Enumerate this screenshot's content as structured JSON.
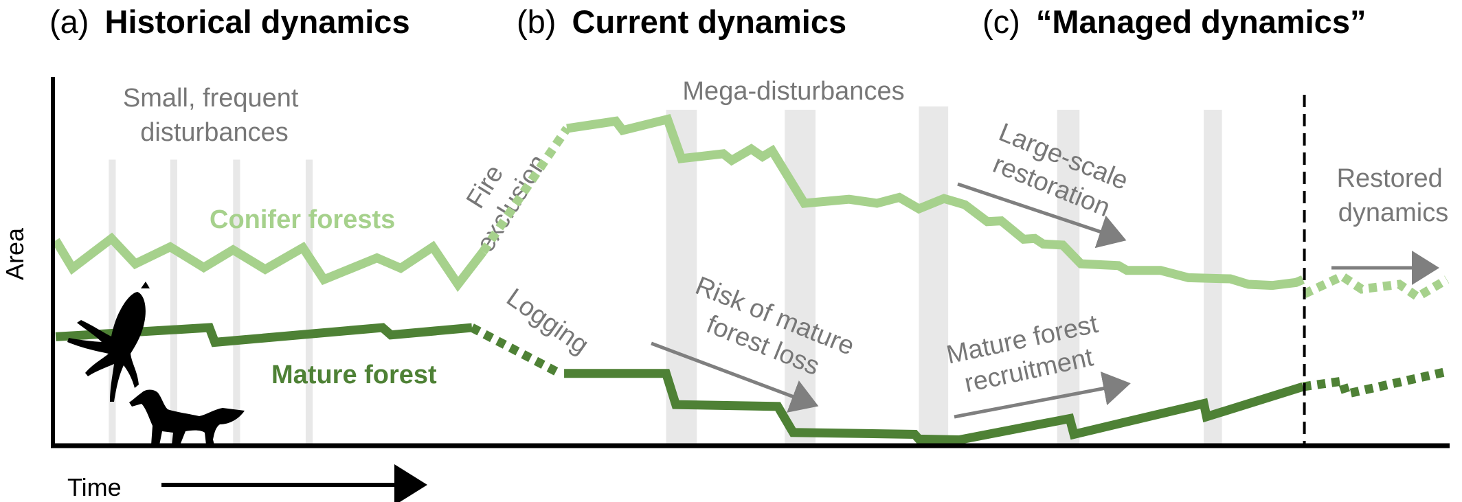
{
  "panels": [
    {
      "letter": "(a)",
      "title": "Historical dynamics"
    },
    {
      "letter": "(b)",
      "title": "Current dynamics"
    },
    {
      "letter": "(c)",
      "title": "“Managed dynamics”"
    }
  ],
  "annotations": {
    "small_disturbances": [
      "Small, frequent",
      "disturbances"
    ],
    "mega_disturbances": "Mega-disturbances",
    "fire_exclusion": [
      "Fire",
      "exclusion"
    ],
    "logging": "Logging",
    "risk_loss": [
      "Risk of mature",
      "forest loss"
    ],
    "restoration": [
      "Large-scale",
      "restoration"
    ],
    "recruitment": [
      "Mature forest",
      "recruitment"
    ],
    "restored_dynamics": [
      "Restored",
      "dynamics"
    ]
  },
  "icons": [
    "owl-silhouette-icon",
    "marten-silhouette-icon"
  ],
  "colors": {
    "conifer": "#a6d18c",
    "mature": "#4e8135",
    "annotation": "#777777",
    "arrow": "#7f7f7f",
    "disturbance_band": "#e8e8e8",
    "axis": "#000000"
  },
  "chart_data": {
    "type": "line",
    "title": "",
    "xlabel": "Time",
    "ylabel": "Area",
    "xlim": [
      0,
      100
    ],
    "ylim": [
      0,
      100
    ],
    "grid": false,
    "phase_boundary_x": 89.6,
    "series": [
      {
        "name": "Conifer forests",
        "color": "#a6d18c",
        "segments": [
          {
            "style": "solid",
            "phase": "historical",
            "points": [
              [
                0.2,
                56.0
              ],
              [
                1.4,
                48.4
              ],
              [
                4.2,
                56.5
              ],
              [
                5.9,
                49.6
              ],
              [
                8.4,
                54.2
              ],
              [
                10.8,
                48.6
              ],
              [
                12.9,
                53.4
              ],
              [
                15.2,
                48.1
              ],
              [
                17.9,
                54.0
              ],
              [
                19.4,
                45.3
              ],
              [
                23.2,
                51.2
              ],
              [
                24.9,
                48.4
              ],
              [
                27.2,
                54.2
              ],
              [
                29.0,
                44.0
              ],
              [
                30.8,
                52.9
              ]
            ]
          },
          {
            "style": "dashed",
            "phase": "fire-exclusion",
            "points": [
              [
                30.8,
                52.9
              ],
              [
                36.8,
                86.5
              ]
            ]
          },
          {
            "style": "solid",
            "phase": "current",
            "points": [
              [
                36.8,
                86.5
              ],
              [
                40.3,
                88.5
              ],
              [
                40.8,
                86.0
              ],
              [
                44.0,
                89.0
              ],
              [
                45.0,
                78.3
              ],
              [
                48.0,
                79.6
              ],
              [
                48.6,
                77.8
              ],
              [
                50.0,
                80.9
              ],
              [
                50.8,
                78.8
              ],
              [
                51.5,
                80.4
              ],
              [
                53.8,
                66.1
              ],
              [
                57.0,
                67.2
              ],
              [
                59.0,
                66.1
              ],
              [
                60.6,
                67.7
              ],
              [
                62.0,
                64.6
              ],
              [
                63.8,
                67.4
              ],
              [
                65.3,
                65.7
              ],
              [
                66.9,
                61.1
              ],
              [
                67.9,
                61.3
              ],
              [
                69.5,
                56.3
              ],
              [
                70.3,
                56.5
              ],
              [
                70.9,
                55.0
              ],
              [
                72.3,
                54.7
              ],
              [
                73.6,
                49.6
              ],
              [
                76.3,
                49.1
              ],
              [
                76.9,
                47.8
              ],
              [
                79.3,
                47.8
              ],
              [
                81.3,
                45.8
              ],
              [
                84.3,
                45.5
              ],
              [
                85.6,
                44.0
              ],
              [
                87.3,
                43.7
              ],
              [
                89.0,
                44.5
              ],
              [
                89.5,
                45.3
              ]
            ]
          },
          {
            "style": "dashed",
            "phase": "managed",
            "points": [
              [
                89.6,
                41.4
              ],
              [
                92.3,
                46.2
              ],
              [
                93.7,
                42.7
              ],
              [
                96.4,
                44.0
              ],
              [
                97.7,
                40.6
              ],
              [
                99.8,
                45.3
              ]
            ]
          }
        ]
      },
      {
        "name": "Mature forest",
        "color": "#4e8135",
        "segments": [
          {
            "style": "solid",
            "phase": "historical",
            "points": [
              [
                0.2,
                29.7
              ],
              [
                11.2,
                32.2
              ],
              [
                11.6,
                28.2
              ],
              [
                23.6,
                32.2
              ],
              [
                24.2,
                30.2
              ],
              [
                30.0,
                32.2
              ]
            ]
          },
          {
            "style": "dashed",
            "phase": "logging",
            "points": [
              [
                30.0,
                32.2
              ],
              [
                36.3,
                19.7
              ]
            ]
          },
          {
            "style": "solid",
            "phase": "current",
            "points": [
              [
                36.6,
                19.7
              ],
              [
                43.9,
                19.7
              ],
              [
                44.6,
                11.2
              ],
              [
                51.9,
                10.7
              ],
              [
                53.0,
                3.6
              ],
              [
                61.7,
                3.1
              ],
              [
                62.0,
                1.8
              ],
              [
                64.9,
                1.6
              ],
              [
                72.8,
                7.4
              ],
              [
                73.1,
                3.1
              ],
              [
                82.4,
                11.5
              ],
              [
                82.6,
                7.9
              ],
              [
                89.5,
                16.1
              ]
            ]
          },
          {
            "style": "dashed",
            "phase": "managed",
            "points": [
              [
                89.5,
                16.1
              ],
              [
                92.3,
                17.6
              ],
              [
                92.6,
                14.1
              ],
              [
                99.8,
                20.2
              ]
            ]
          }
        ]
      }
    ],
    "disturbance_bands": [
      {
        "kind": "small",
        "t0": 4.0,
        "t1": 4.5,
        "top": 78
      },
      {
        "kind": "small",
        "t0": 8.4,
        "t1": 8.9,
        "top": 78
      },
      {
        "kind": "small",
        "t0": 12.9,
        "t1": 13.4,
        "top": 78
      },
      {
        "kind": "small",
        "t0": 18.1,
        "t1": 18.6,
        "top": 78
      },
      {
        "kind": "mega",
        "t0": 43.9,
        "t1": 46.1,
        "top": 91.6
      },
      {
        "kind": "mega",
        "t0": 52.4,
        "t1": 54.6,
        "top": 91.6
      },
      {
        "kind": "mega",
        "t0": 62.0,
        "t1": 64.1,
        "top": 92.5
      },
      {
        "kind": "mega",
        "t0": 71.9,
        "t1": 73.5,
        "top": 91.6
      },
      {
        "kind": "mega",
        "t0": 82.4,
        "t1": 83.7,
        "top": 91.6
      }
    ],
    "legend": [
      {
        "label": "Conifer forests",
        "color": "#a6d18c",
        "placement": "inline-upper-left"
      },
      {
        "label": "Mature forest",
        "color": "#4e8135",
        "placement": "inline-lower-left"
      }
    ]
  }
}
